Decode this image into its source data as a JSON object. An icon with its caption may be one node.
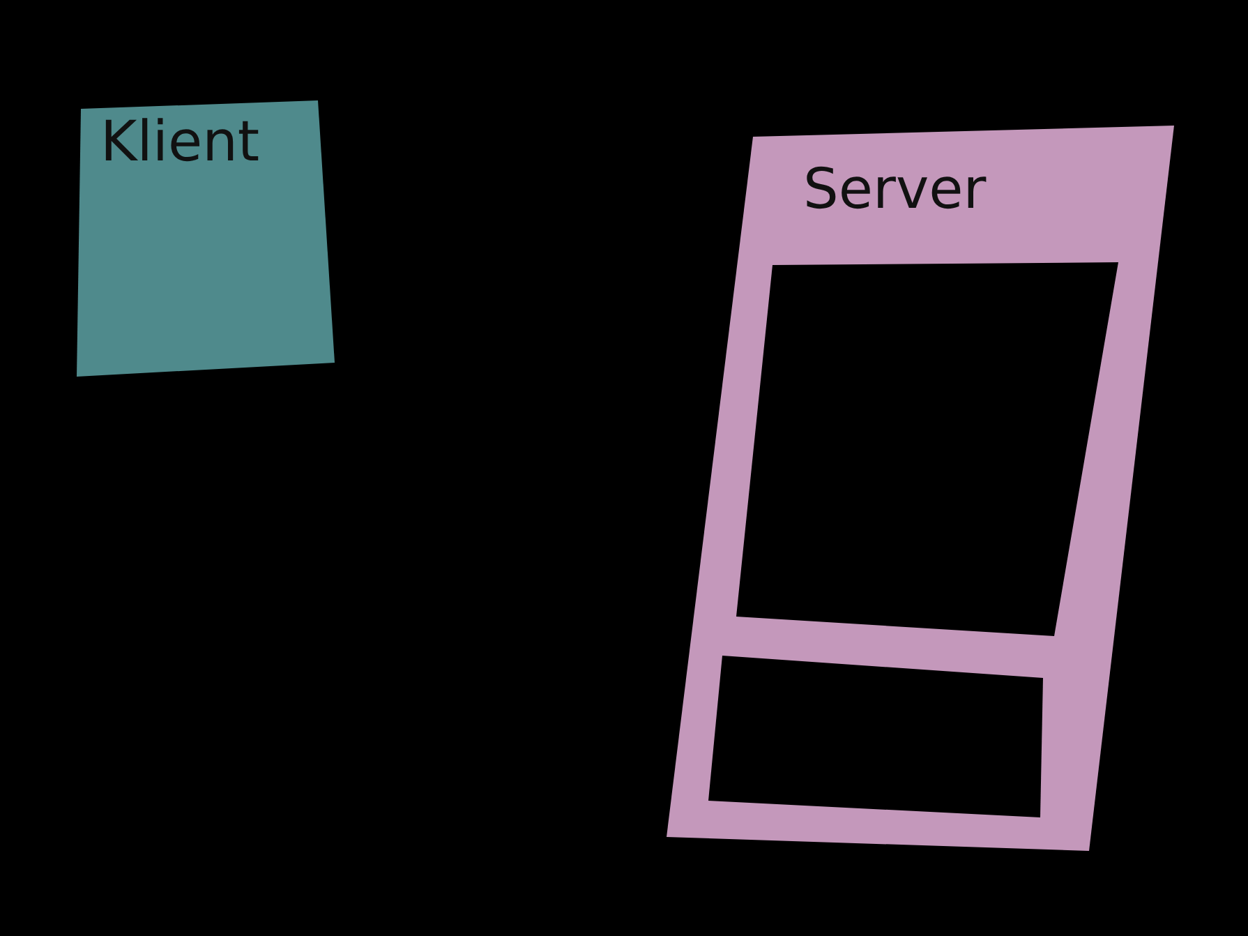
{
  "diagram": {
    "nodes": [
      {
        "text": [
          "Klient"
        ]
      },
      {
        "text": [
          "Server"
        ]
      },
      {
        "text": [],
        "shape": "box",
        "in": 1
      },
      {
        "text": [],
        "shape": "box",
        "in": 1
      }
    ]
  }
}
